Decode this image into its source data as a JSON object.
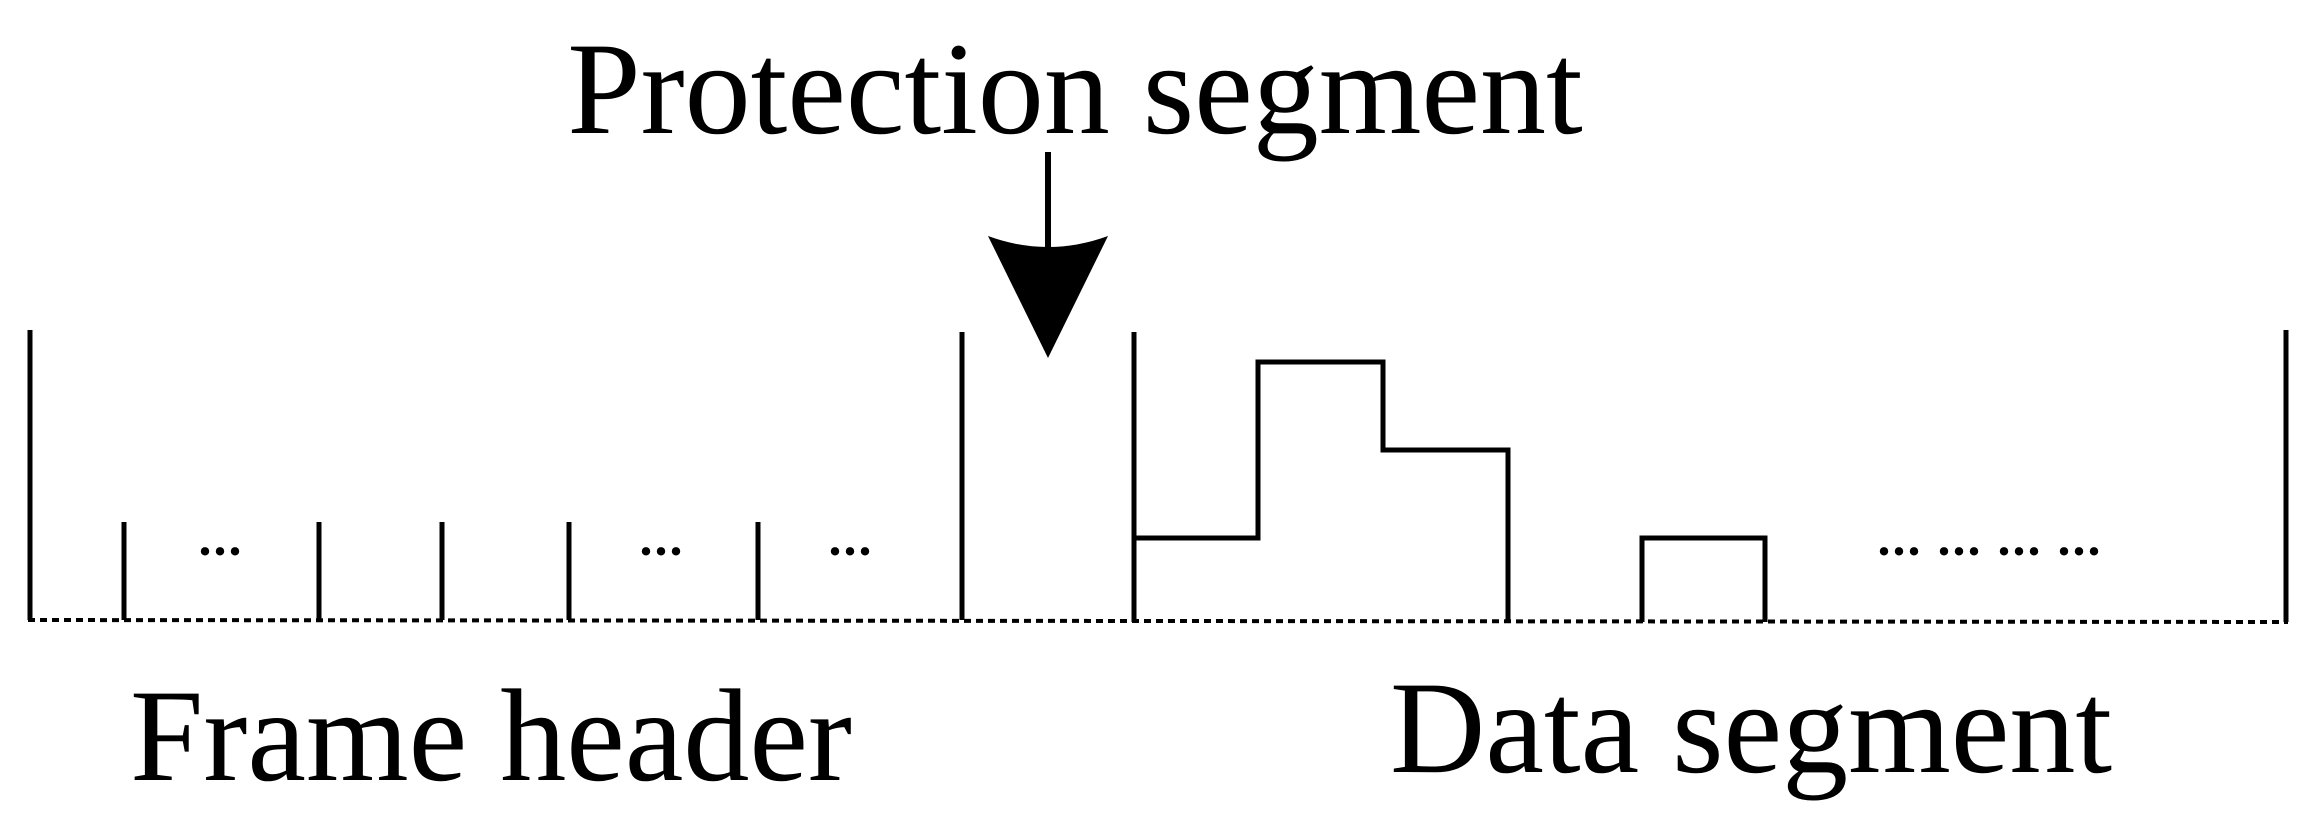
{
  "diagram": {
    "title": "Protection segment",
    "left_label": "Frame header",
    "right_label": "Data segment",
    "ellipses": {
      "header_1": "...",
      "header_2": "...",
      "header_3": "...",
      "data": "... ... ... ..."
    }
  },
  "colors": {
    "line": "#000000",
    "background": "#ffffff"
  }
}
